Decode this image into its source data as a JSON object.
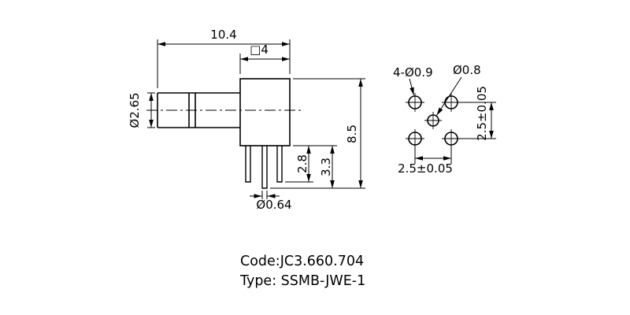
{
  "page": {
    "background": "#ffffff",
    "ink": "#000000"
  },
  "side_view": {
    "dim_overall_length": "10.4",
    "dim_body_square": "□4",
    "dim_barrel_diameter": "Ø2.65",
    "dim_overall_height": "8.5",
    "dim_leg_length": "2.8",
    "dim_center_pin_length": "3.3",
    "dim_center_pin_diameter": "Ø0.64"
  },
  "footprint": {
    "dim_corner_holes": "4-Ø0.9",
    "dim_center_hole": "Ø0.8",
    "dim_vertical_pitch": "2.5±0.05",
    "dim_horizontal_pitch": "2.5±0.05"
  },
  "notes": {
    "code": "Code:JC3.660.704",
    "type": "Type: SSMB-JWE-1"
  }
}
